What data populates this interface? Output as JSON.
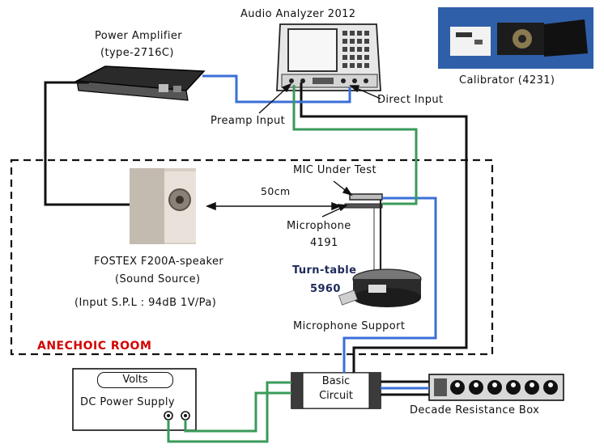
{
  "labels": {
    "audio_analyzer": "Audio  Analyzer  2012",
    "power_amp_line1": "Power  Amplifier",
    "power_amp_line2": "(type-2716C)",
    "calibrator": "Calibrator  (4231)",
    "direct_input": "Direct Input",
    "preamp_input": "Preamp Input",
    "mic_under_test": "MIC Under Test",
    "distance": "50cm",
    "microphone_line1": "Microphone",
    "microphone_line2": "4191",
    "speaker_line1": "FOSTEX F200A-speaker",
    "speaker_line2": "(Sound Source)",
    "speaker_line3": "(Input S.P.L  :  94dB  1V/Pa)",
    "turntable_line1": "Turn-table",
    "turntable_line2": "5960",
    "mic_support": "Microphone  Support",
    "anechoic_room": "ANECHOIC ROOM",
    "volts": "Volts",
    "dc_power": "DC Power Supply",
    "basic_circuit_line1": "Basic",
    "basic_circuit_line2": "Circuit",
    "decade_box": "Decade  Resistance  Box"
  },
  "colors": {
    "blue_cable": "#3a6fd8",
    "green_cable": "#3a9a5a",
    "black_cable": "#111111",
    "room_label": "#d40000"
  }
}
